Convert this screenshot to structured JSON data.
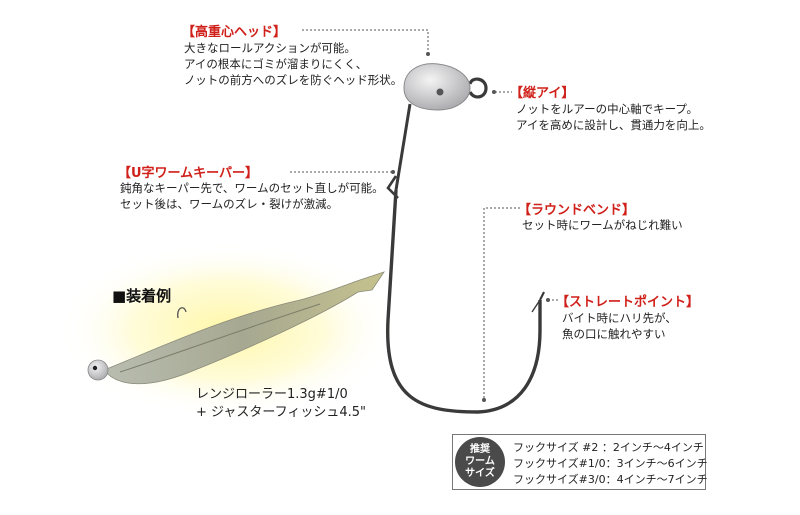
{
  "callouts": {
    "head": {
      "title": "【高重心ヘッド】",
      "lines": [
        "大きなロールアクションが可能。",
        "アイの根本にゴミが溜まりにくく、",
        "ノットの前方へのズレを防ぐヘッド形状。"
      ]
    },
    "eye": {
      "title": "【縦アイ】",
      "lines": [
        "ノットをルアーの中心軸でキープ。",
        "アイを高めに設計し、貫通力を向上。"
      ]
    },
    "keeper": {
      "title": "【U字ワームキーパー】",
      "lines": [
        "鈍角なキーパー先で、ワームのセット直しが可能。",
        "セット後は、ワームのズレ・裂けが激減。"
      ]
    },
    "bend": {
      "title": "【ラウンドベンド】",
      "lines": [
        "セット時にワームがねじれ難い"
      ]
    },
    "point": {
      "title": "【ストレートポイント】",
      "lines": [
        "バイト時にハリ先が、",
        "魚の口に触れやすい"
      ]
    }
  },
  "example": {
    "title": "■装着例",
    "caption": [
      "レンジローラー1.3g#1/0",
      "+ ジャスターフィッシュ4.5\""
    ]
  },
  "recommend": {
    "badge": [
      "推奨",
      "ワーム",
      "サイズ"
    ],
    "rows": [
      "フックサイズ  #2  ：2インチ～4インチ",
      "フックサイズ#1/0：3インチ～6インチ",
      "フックサイズ#3/0：4インチ～7インチ"
    ]
  },
  "colors": {
    "accent": "#d0201a",
    "glow": "#fff59a",
    "hook": "#3a3a3a"
  }
}
